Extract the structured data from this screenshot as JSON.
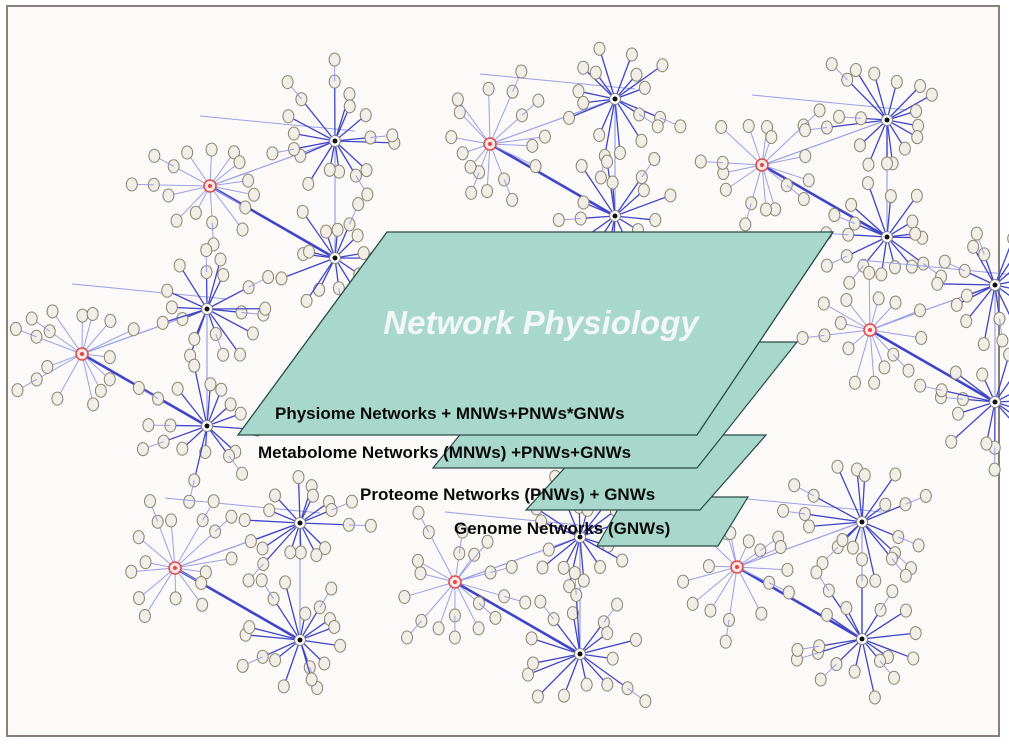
{
  "diagram": {
    "title": "Network Physiology",
    "layers": [
      {
        "label": "Physiome Networks + MNWs+PNWs*GNWs"
      },
      {
        "label": "Metabolome Networks (MNWs) +PNWs+GNWs"
      },
      {
        "label": "Proteome Networks (PNWs) + GNWs"
      },
      {
        "label": "Genome Networks (GNWs)"
      }
    ],
    "colors": {
      "layer_fill": "#a8d8cc",
      "layer_stroke": "#2a4a45",
      "title": "#f2f7f6",
      "label": "#0a0a0a",
      "edge": "#3f45c9",
      "edge_light": "#9aa0e6",
      "node_fill": "#f1eee7",
      "node_stroke": "#8d8575",
      "hub_red": "#e04848",
      "hub_black": "#111111",
      "frame_border": "#8a8079"
    }
  }
}
